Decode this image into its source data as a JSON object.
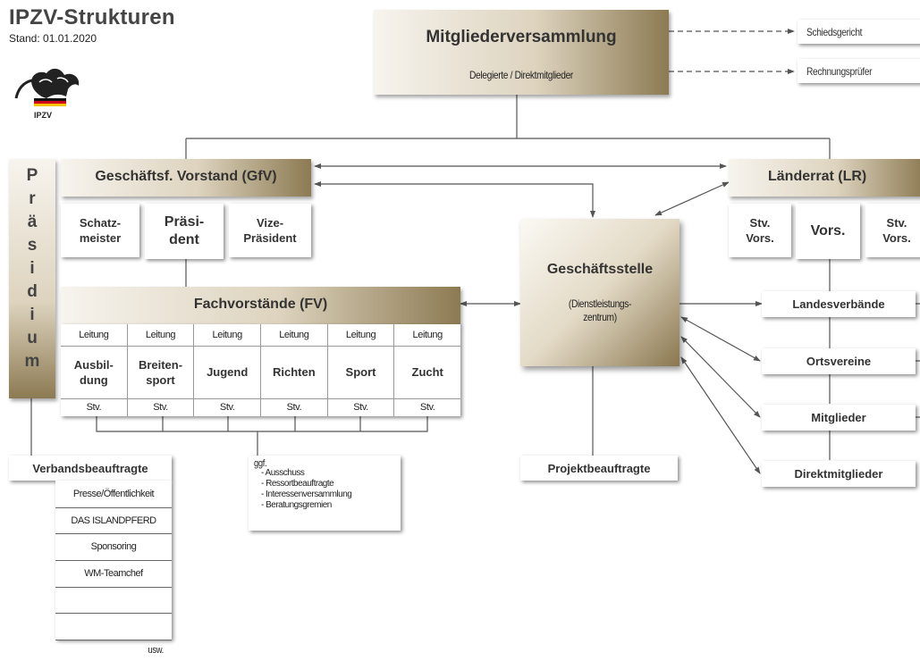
{
  "header": {
    "title": "IPZV-Strukturen",
    "stand": "Stand: 01.01.2020",
    "logo_text": "IPZV"
  },
  "mv": {
    "title": "Mitgliederversammlung",
    "sub": "Delegierte / Direktmitglieder"
  },
  "side": {
    "schiedsgericht": "Schiedsgericht",
    "rechnungspruefer": "Rechnungsprüfer"
  },
  "praesidium": {
    "letters": [
      "P",
      "r",
      "ä",
      "s",
      "i",
      "d",
      "i",
      "u",
      "m"
    ]
  },
  "gfv": {
    "title": "Geschäftsf. Vorstand (GfV)",
    "schatzmeister": "Schatz-\nmeister",
    "praesident": "Präsi-\ndent",
    "vize": "Vize-\nPräsident"
  },
  "fv": {
    "title": "Fachvorstände (FV)",
    "leitung": [
      "Leitung",
      "Leitung",
      "Leitung",
      "Leitung",
      "Leitung",
      "Leitung"
    ],
    "names": [
      "Ausbil-\ndung",
      "Breiten-\nsport",
      "Jugend",
      "Richten",
      "Sport",
      "Zucht"
    ],
    "stv": [
      "Stv.",
      "Stv.",
      "Stv.",
      "Stv.",
      "Stv.",
      "Stv."
    ]
  },
  "gs": {
    "title": "Geschäftsstelle",
    "sub": "(Dienstleistungs-\nzentrum)"
  },
  "projekt": "Projektbeauftragte",
  "lr": {
    "title": "Länderrat (LR)",
    "stv1": "Stv.\nVors.",
    "vors": "Vors.",
    "stv2": "Stv.\nVors."
  },
  "right": {
    "lv": "Landesverbände",
    "ov": "Ortsvereine",
    "mg": "Mitglieder",
    "dm": "Direktmitglieder"
  },
  "vb": {
    "title": "Verbandsbeauftragte",
    "items": [
      "Presse/Öffentlichkeit",
      "DAS ISLANDPFERD",
      "Sponsoring",
      "WM-Teamchef",
      "",
      ""
    ],
    "usw": "usw."
  },
  "ggf": {
    "label": "ggf.",
    "items": [
      "- Ausschuss",
      "- Ressortbeauftragte",
      "- Interessenversammlung",
      "- Beratungsgremien"
    ]
  },
  "colors": {
    "gold_dark": "#8c7a52",
    "gold_light": "#f7f4ee",
    "line": "#555555"
  }
}
